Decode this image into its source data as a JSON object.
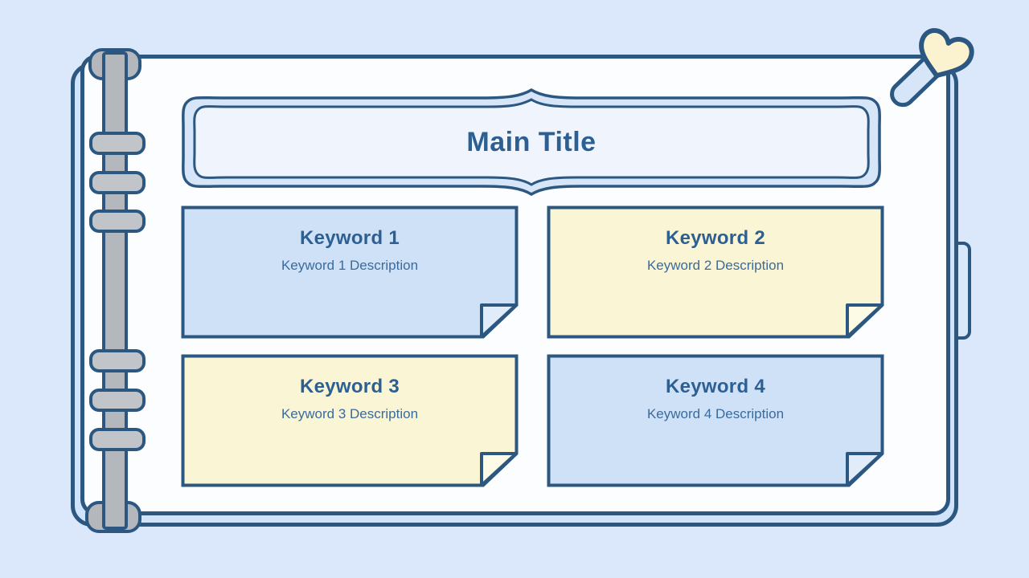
{
  "slide": {
    "title": "Main Title",
    "cards": [
      {
        "heading": "Keyword 1",
        "description": "Keyword 1 Description",
        "variant": "blue"
      },
      {
        "heading": "Keyword 2",
        "description": "Keyword 2 Description",
        "variant": "yellow"
      },
      {
        "heading": "Keyword 3",
        "description": "Keyword 3 Description",
        "variant": "yellow"
      },
      {
        "heading": "Keyword 4",
        "description": "Keyword 4 Description",
        "variant": "blue"
      }
    ],
    "icons": {
      "pin": "heart-pin-icon",
      "binding": "binder-rings"
    },
    "colors": {
      "background": "#dbe8fb",
      "outline": "#2b5781",
      "page": "#fbfdff",
      "cover": "#cfe3fb",
      "card_blue": "#cfe1f7",
      "card_yellow": "#faf5d4",
      "frame_band": "#d7e5f9",
      "frame_inner": "#f0f5fd",
      "heading_text": "#2d5f92",
      "description_text": "#3a6b9d",
      "heart_fill": "#fbf3cf",
      "spine_gray": "#b4b7bb"
    }
  }
}
